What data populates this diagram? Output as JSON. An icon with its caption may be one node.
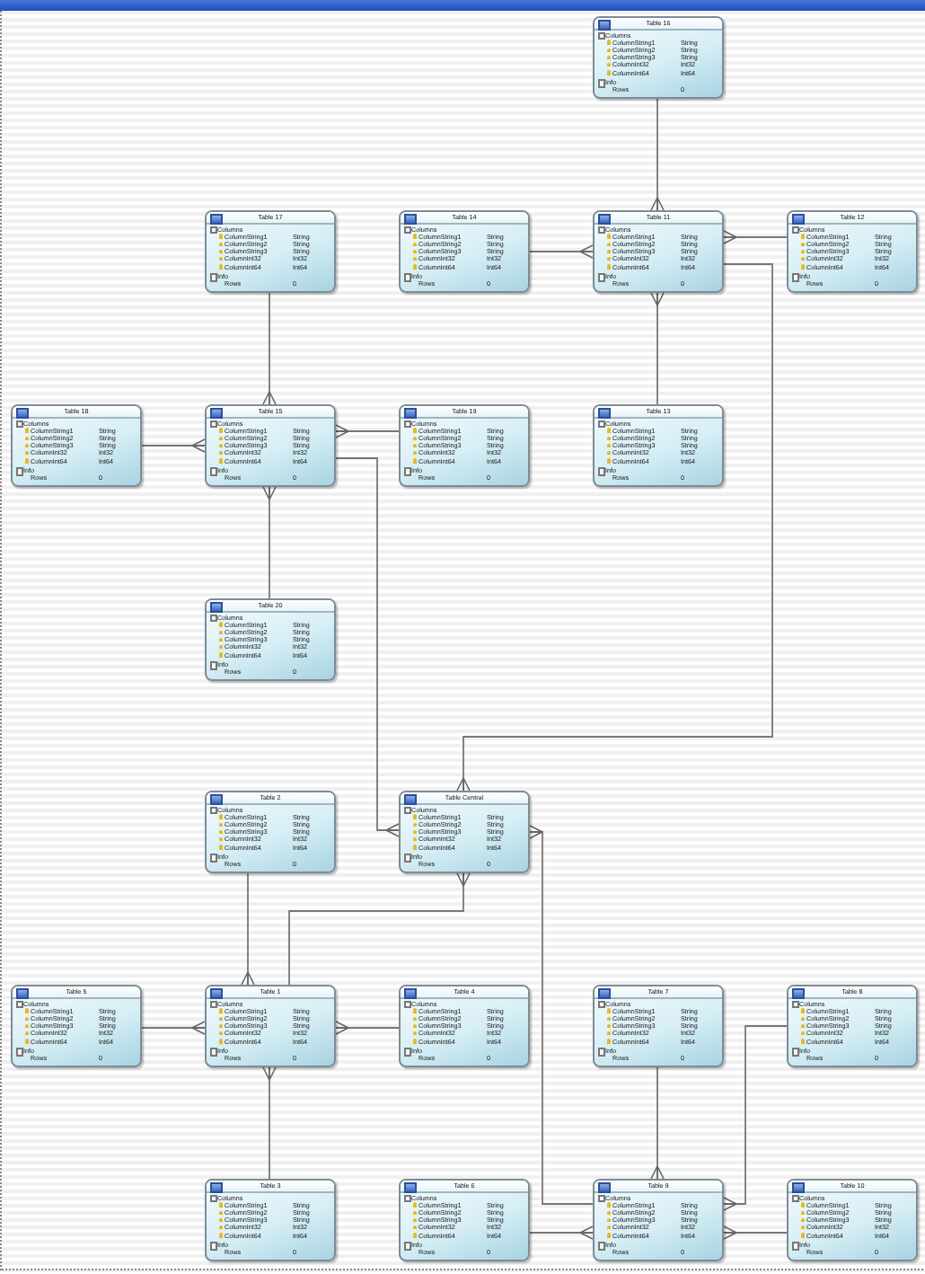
{
  "diagram": {
    "nodes": [
      {
        "text": [
          "Table 16",
          "Columns",
          "ColumnString1",
          "String",
          "ColumnString2",
          "String",
          "ColumnString3",
          "String",
          "ColumnInt32",
          "Int32",
          "ColumnInt64",
          "Int64",
          "Info",
          "Rows",
          "0"
        ]
      },
      {
        "text": [
          "Table 17",
          "Columns",
          "ColumnString1",
          "String",
          "ColumnString2",
          "String",
          "ColumnString3",
          "String",
          "ColumnInt32",
          "Int32",
          "ColumnInt64",
          "Int64",
          "Info",
          "Rows",
          "0"
        ]
      },
      {
        "text": [
          "Table 14",
          "Columns",
          "ColumnString1",
          "String",
          "ColumnString2",
          "String",
          "ColumnString3",
          "String",
          "ColumnInt32",
          "Int32",
          "ColumnInt64",
          "Int64",
          "Info",
          "Rows",
          "0"
        ]
      },
      {
        "text": [
          "Table 11",
          "Columns",
          "ColumnString1",
          "String",
          "ColumnString2",
          "String",
          "ColumnString3",
          "String",
          "ColumnInt32",
          "Int32",
          "ColumnInt64",
          "Int64",
          "Info",
          "Rows",
          "0"
        ]
      },
      {
        "text": [
          "Table 12",
          "Columns",
          "ColumnString1",
          "String",
          "ColumnString2",
          "String",
          "ColumnString3",
          "String",
          "ColumnInt32",
          "Int32",
          "ColumnInt64",
          "Int64",
          "Info",
          "Rows",
          "0"
        ]
      },
      {
        "text": [
          "Table 18",
          "Columns",
          "ColumnString1",
          "String",
          "ColumnString2",
          "String",
          "ColumnString3",
          "String",
          "ColumnInt32",
          "Int32",
          "ColumnInt64",
          "Int64",
          "Info",
          "Rows",
          "0"
        ]
      },
      {
        "text": [
          "Table 15",
          "Columns",
          "ColumnString1",
          "String",
          "ColumnString2",
          "String",
          "ColumnString3",
          "String",
          "ColumnInt32",
          "Int32",
          "ColumnInt64",
          "Int64",
          "Info",
          "Rows",
          "0"
        ]
      },
      {
        "text": [
          "Table 19",
          "Columns",
          "ColumnString1",
          "String",
          "ColumnString2",
          "String",
          "ColumnString3",
          "String",
          "ColumnInt32",
          "Int32",
          "ColumnInt64",
          "Int64",
          "Info",
          "Rows",
          "0"
        ]
      },
      {
        "text": [
          "Table 13",
          "Columns",
          "ColumnString1",
          "String",
          "ColumnString2",
          "String",
          "ColumnString3",
          "String",
          "ColumnInt32",
          "Int32",
          "ColumnInt64",
          "Int64",
          "Info",
          "Rows",
          "0"
        ]
      },
      {
        "text": [
          "Table 20",
          "Columns",
          "ColumnString1",
          "String",
          "ColumnString2",
          "String",
          "ColumnString3",
          "String",
          "ColumnInt32",
          "Int32",
          "ColumnInt64",
          "Int64",
          "Info",
          "Rows",
          "0"
        ]
      },
      {
        "text": [
          "Table 2",
          "Columns",
          "ColumnString1",
          "String",
          "ColumnString2",
          "String",
          "ColumnString3",
          "String",
          "ColumnInt32",
          "Int32",
          "ColumnInt64",
          "Int64",
          "Info",
          "Rows",
          "0"
        ]
      },
      {
        "text": [
          "Table Central",
          "Columns",
          "ColumnString1",
          "String",
          "ColumnString2",
          "String",
          "ColumnString3",
          "String",
          "ColumnInt32",
          "Int32",
          "ColumnInt64",
          "Int64",
          "Info",
          "Rows",
          "0"
        ]
      },
      {
        "text": [
          "Table 5",
          "Columns",
          "ColumnString1",
          "String",
          "ColumnString2",
          "String",
          "ColumnString3",
          "String",
          "ColumnInt32",
          "Int32",
          "ColumnInt64",
          "Int64",
          "Info",
          "Rows",
          "0"
        ]
      },
      {
        "text": [
          "Table 1",
          "Columns",
          "ColumnString1",
          "String",
          "ColumnString2",
          "String",
          "ColumnString3",
          "String",
          "ColumnInt32",
          "Int32",
          "ColumnInt64",
          "Int64",
          "Info",
          "Rows",
          "0"
        ]
      },
      {
        "text": [
          "Table 4",
          "Columns",
          "ColumnString1",
          "String",
          "ColumnString2",
          "String",
          "ColumnString3",
          "String",
          "ColumnInt32",
          "Int32",
          "ColumnInt64",
          "Int64",
          "Info",
          "Rows",
          "0"
        ]
      },
      {
        "text": [
          "Table 7",
          "Columns",
          "ColumnString1",
          "String",
          "ColumnString2",
          "String",
          "ColumnString3",
          "String",
          "ColumnInt32",
          "Int32",
          "ColumnInt64",
          "Int64",
          "Info",
          "Rows",
          "0"
        ]
      },
      {
        "text": [
          "Table 8",
          "Columns",
          "ColumnString1",
          "String",
          "ColumnString2",
          "String",
          "ColumnString3",
          "String",
          "ColumnInt32",
          "Int32",
          "ColumnInt64",
          "Int64",
          "Info",
          "Rows",
          "0"
        ]
      },
      {
        "text": [
          "Table 3",
          "Columns",
          "ColumnString1",
          "String",
          "ColumnString2",
          "String",
          "ColumnString3",
          "String",
          "ColumnInt32",
          "Int32",
          "ColumnInt64",
          "Int64",
          "Info",
          "Rows",
          "0"
        ]
      },
      {
        "text": [
          "Table 6",
          "Columns",
          "ColumnString1",
          "String",
          "ColumnString2",
          "String",
          "ColumnString3",
          "String",
          "ColumnInt32",
          "Int32",
          "ColumnInt64",
          "Int64",
          "Info",
          "Rows",
          "0"
        ]
      },
      {
        "text": [
          "Table 9",
          "Columns",
          "ColumnString1",
          "String",
          "ColumnString2",
          "String",
          "ColumnString3",
          "String",
          "ColumnInt32",
          "Int32",
          "ColumnInt64",
          "Int64",
          "Info",
          "Rows",
          "0"
        ]
      },
      {
        "text": [
          "Table 10",
          "Columns",
          "ColumnString1",
          "String",
          "ColumnString2",
          "String",
          "ColumnString3",
          "String",
          "ColumnInt32",
          "Int32",
          "ColumnInt64",
          "Int64",
          "Info",
          "Rows",
          "0"
        ]
      }
    ],
    "edges": [
      {
        "from": 0,
        "to": 3,
        "arrow": "other"
      },
      {
        "from": 2,
        "to": 3,
        "arrow": "other"
      },
      {
        "from": 4,
        "to": 3,
        "arrow": "other"
      },
      {
        "from": 8,
        "to": 3,
        "arrow": "other"
      },
      {
        "from": 3,
        "to": 11,
        "arrow": "other"
      },
      {
        "from": 1,
        "to": 6,
        "arrow": "other"
      },
      {
        "from": 5,
        "to": 6,
        "arrow": "other"
      },
      {
        "from": 7,
        "to": 6,
        "arrow": "other"
      },
      {
        "from": 9,
        "to": 6,
        "arrow": "other"
      },
      {
        "from": 6,
        "to": 11,
        "arrow": "other"
      },
      {
        "from": 19,
        "to": 11,
        "arrow": "other"
      },
      {
        "from": 18,
        "to": 19,
        "arrow": "other"
      },
      {
        "from": 15,
        "to": 19,
        "arrow": "other"
      },
      {
        "from": 16,
        "to": 19,
        "arrow": "other"
      },
      {
        "from": 20,
        "to": 19,
        "arrow": "other"
      },
      {
        "from": 10,
        "to": 13,
        "arrow": "other"
      },
      {
        "from": 13,
        "to": 11,
        "arrow": "other"
      },
      {
        "from": 12,
        "to": 13,
        "arrow": "other"
      },
      {
        "from": 14,
        "to": 13,
        "arrow": "other"
      },
      {
        "from": 17,
        "to": 13,
        "arrow": "other"
      }
    ]
  }
}
